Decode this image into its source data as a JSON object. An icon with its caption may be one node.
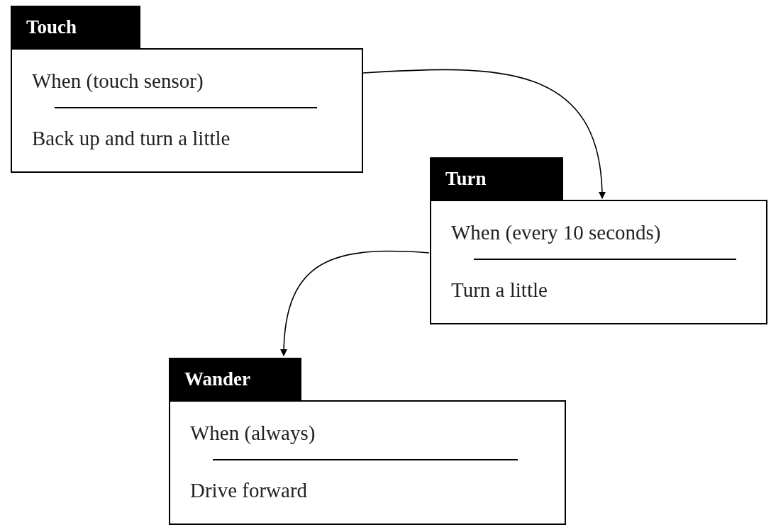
{
  "diagram": {
    "nodes": [
      {
        "text": [
          "Touch",
          "When (touch sensor)",
          "Back up and turn a little"
        ]
      },
      {
        "text": [
          "Turn",
          "When (every 10 seconds)",
          "Turn a little"
        ]
      },
      {
        "text": [
          "Wander",
          "When (always)",
          "Drive forward"
        ]
      }
    ],
    "edges": [
      {
        "from": 0,
        "to": 1,
        "arrow": "to"
      },
      {
        "from": 1,
        "to": 2,
        "arrow": "to"
      }
    ]
  }
}
